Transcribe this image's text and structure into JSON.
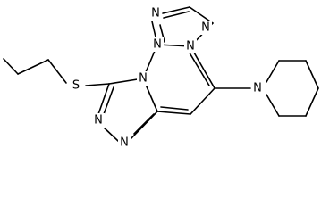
{
  "molecule": {
    "atoms": {
      "s_thio": "S",
      "n_pip": "N",
      "n_top_triazole_1": "N",
      "n_top_triazole_2": "N",
      "n_top_triazole_3": "N",
      "n_center_1": "N",
      "n_center_2": "N",
      "n_bottom_triazole_1": "N",
      "n_bottom_triazole_2": "N"
    }
  }
}
